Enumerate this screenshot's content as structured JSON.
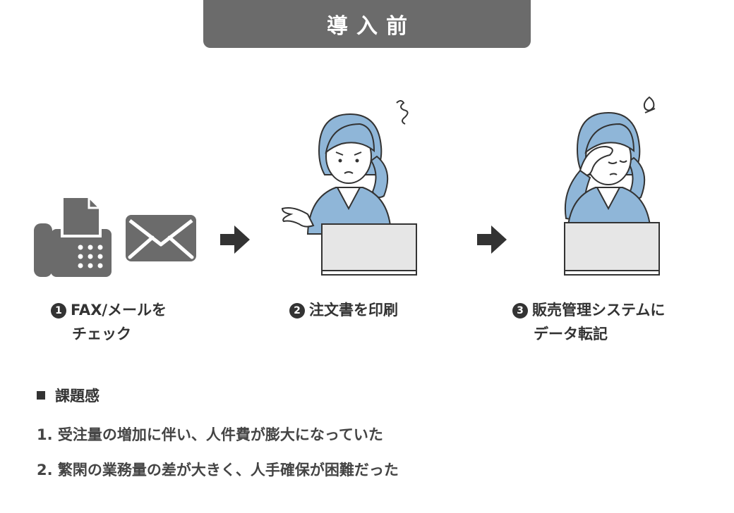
{
  "header": {
    "title": "導入前"
  },
  "steps": [
    {
      "number": "1",
      "line1": "FAX/メールを",
      "line2": "チェック",
      "icon": "fax-and-mail-icon"
    },
    {
      "number": "2",
      "line1": "注文書を印刷",
      "line2": "",
      "icon": "confused-worker-illustration"
    },
    {
      "number": "3",
      "line1": "販売管理システムに",
      "line2": "データ転記",
      "icon": "stressed-worker-illustration"
    }
  ],
  "issues": {
    "heading": "課題感",
    "items": [
      "1. 受注量の増加に伴い、人件費が膨大になっていた",
      "2. 繁閑の業務量の差が大きく、人手確保が困難だった"
    ]
  },
  "colors": {
    "header_bg": "#6b6b6b",
    "icon_gray": "#6b6b6b",
    "shirt_blue": "#8fb6d8",
    "text": "#333333"
  }
}
